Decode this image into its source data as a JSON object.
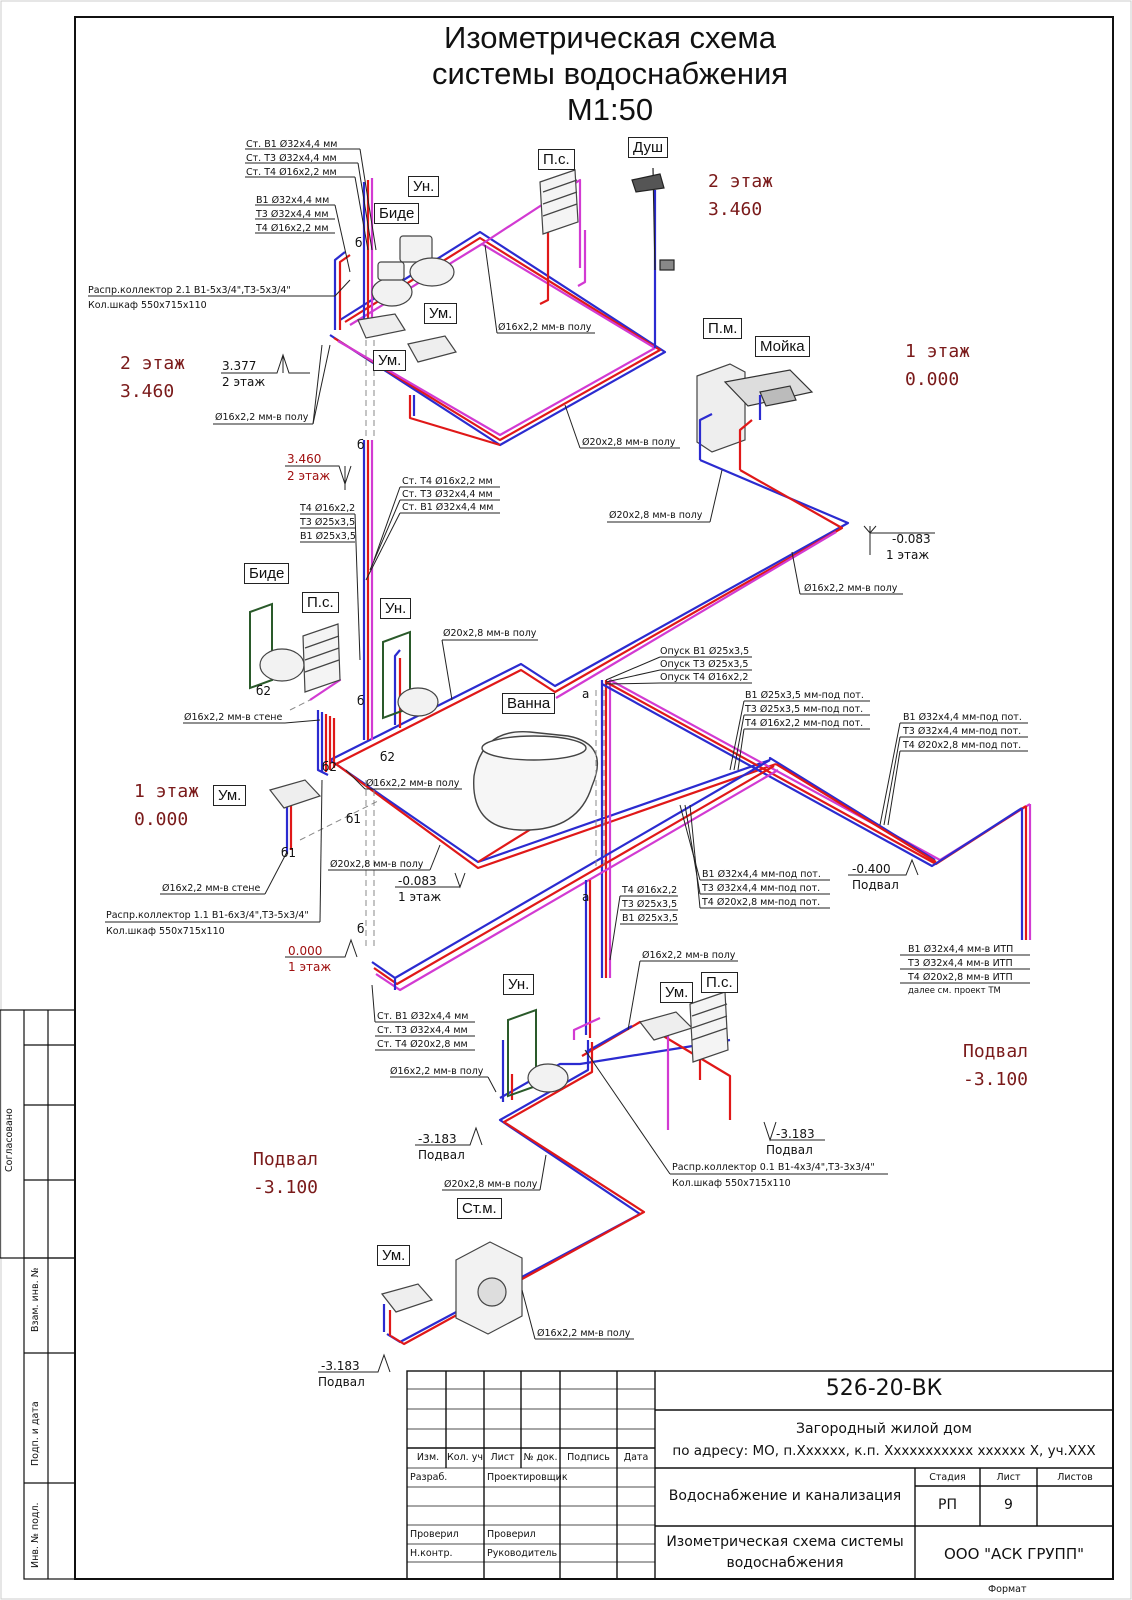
{
  "title": {
    "line1": "Изометрическая схема",
    "line2": "системы водоснабжения",
    "scale": "М1:50"
  },
  "levels": {
    "floor2_right": {
      "name": "2 этаж",
      "mark": "3.460"
    },
    "floor2_left": {
      "name": "2 этаж",
      "mark": "3.460"
    },
    "floor1_right": {
      "name": "1 этаж",
      "mark": "0.000"
    },
    "floor1_left": {
      "name": "1 этаж",
      "mark": "0.000"
    },
    "basement_right": {
      "name": "Подвал",
      "mark": "-3.100"
    },
    "basement_left": {
      "name": "Подвал",
      "mark": "-3.100"
    }
  },
  "fixtures": {
    "un_top": "Ун.",
    "bide_top": "Биде",
    "ps_top": "П.с.",
    "dush": "Душ",
    "um_top1": "Ум.",
    "um_top2": "Ум.",
    "pm": "П.м.",
    "moyka": "Мойка",
    "bide_mid": "Биде",
    "ps_mid": "П.с.",
    "un_mid": "Ун.",
    "vanna": "Ванна",
    "um_mid": "Ум.",
    "un_bot": "Ун.",
    "um_bot": "Ум.",
    "ps_bot": "П.с.",
    "stm": "Ст.м.",
    "um_basement": "Ум."
  },
  "marks": {
    "m_3377": {
      "value": "3.377",
      "label": "2 этаж"
    },
    "m_3460": {
      "value": "3.460",
      "label": "2 этаж"
    },
    "m_m0083_right": {
      "value": "-0.083",
      "label": "1 этаж"
    },
    "m_m0083_mid": {
      "value": "-0.083",
      "label": "1 этаж"
    },
    "m_0000": {
      "value": "0.000",
      "label": "1 этаж"
    },
    "m_m0400": {
      "value": "-0.400",
      "label": "Подвал"
    },
    "m_m3183_left": {
      "value": "-3.183",
      "label": "Подвал"
    },
    "m_m3183_right": {
      "value": "-3.183",
      "label": "Подвал"
    },
    "m_m3183_bottom": {
      "value": "-3.183",
      "label": "Подвал"
    }
  },
  "riser_letters": {
    "b1": "б",
    "b2": "б",
    "b3": "б",
    "b4": "б",
    "b2a": "б2",
    "b2b": "б2",
    "b1a": "б1",
    "b1b": "б1",
    "a1": "а",
    "a2": "а",
    "b2c": "б2"
  },
  "labels": {
    "top_st": [
      "Ст. В1 Ø32х4,4 мм",
      "Ст. Т3 Ø32х4,4 мм",
      "Ст. Т4 Ø16х2,2 мм"
    ],
    "top_coll": [
      "В1 Ø32х4,4 мм",
      "Т3 Ø32х4,4 мм",
      "Т4 Ø16х2,2 мм"
    ],
    "collector_21": [
      "Распр.коллектор 2.1 В1-5х3/4\",Т3-5х3/4\"",
      "Кол.шкаф 550х715х110"
    ],
    "p16_floor_top": "Ø16х2,2 мм-в полу",
    "p16_floor_left": "Ø16х2,2 мм-в полу",
    "p20_floor_top": "Ø20х2,8 мм-в полу",
    "p20_floor_right": "Ø20х2,8 мм-в полу",
    "mid_st": [
      "Ст. Т4 Ø16х2,2 мм",
      "Ст. Т3 Ø32х4,4 мм",
      "Ст. В1 Ø32х4,4 мм"
    ],
    "mid_small": [
      "Т4 Ø16х2,2",
      "Т3 Ø25х3,5",
      "В1 Ø25х3,5"
    ],
    "p16_floor_right": "Ø16х2,2 мм-в полу",
    "p20_floor_mid": "Ø20х2,8 мм-в полу",
    "opusk": [
      "Опуск В1 Ø25х3,5",
      "Опуск Т3 Ø25х3,5",
      "Опуск Т4 Ø16х2,2"
    ],
    "under_ceiling1": [
      "В1 Ø25х3,5 мм-под пот.",
      "Т3 Ø25х3,5 мм-под пот.",
      "Т4 Ø16х2,2 мм-под пот."
    ],
    "under_ceiling2": [
      "В1 Ø32х4,4 мм-под пот.",
      "Т3 Ø32х4,4 мм-под пот.",
      "Т4 Ø20х2,8 мм-под пот."
    ],
    "p16_wall_mid": "Ø16х2,2 мм-в стене",
    "p16_floor_mid": "Ø16х2,2 мм-в полу",
    "p20_floor_low": "Ø20х2,8 мм-в полу",
    "p16_wall_low": "Ø16х2,2 мм-в стене",
    "collector_11": [
      "Распр.коллектор 1.1 В1-6х3/4\",Т3-5х3/4\"",
      "Кол.шкаф 550х715х110"
    ],
    "under_ceiling3": [
      "В1 Ø32х4,4 мм-под пот.",
      "Т3 Ø32х4,4 мм-под пот.",
      "Т4 Ø20х2,8 мм-под пот."
    ],
    "itp": [
      "В1 Ø32х4,4 мм-в ИТП",
      "Т3 Ø32х4,4 мм-в ИТП",
      "Т4 Ø20х2,8 мм-в ИТП"
    ],
    "itp_note": "далее см. проект ТМ",
    "low_small": [
      "Т4 Ø16х2,2",
      "Т3 Ø25х3,5",
      "В1 Ø25х3,5"
    ],
    "p16_floor_low": "Ø16х2,2 мм-в полу",
    "low_st": [
      "Ст. В1 Ø32х4,4 мм",
      "Ст. Т3 Ø32х4,4 мм",
      "Ст. Т4 Ø20х2,8 мм"
    ],
    "p16_floor_low2": "Ø16х2,2 мм-в полу",
    "collector_01": [
      "Распр.коллектор 0.1 В1-4х3/4\",Т3-3х3/4\"",
      "Кол.шкаф 550х715х110"
    ],
    "p20_floor_base": "Ø20х2,8 мм-в полу",
    "p16_floor_base": "Ø16х2,2 мм-в полу"
  },
  "side_stamp": {
    "soglasovano": "Согласовано",
    "vzam": "Взам. инв. №",
    "podp": "Подп. и дата",
    "inv": "Инв. № подл."
  },
  "title_block": {
    "code": "526-20-ВК",
    "object_line1": "Загородный жилой дом",
    "object_line2": "по адресу: МО, п.Хххххх, к.п. Ххххххххххх хххххх Х, уч.ХХХ",
    "cols": [
      "Изм.",
      "Кол. уч",
      "Лист",
      "№ док.",
      "Подпись",
      "Дата"
    ],
    "razrab": "Разраб.",
    "razrab_name": "Проектировщик",
    "proveril": "Проверил",
    "proveril_name": "Проверил",
    "nkontr": "Н.контр.",
    "nkontr_name": "Руководитель",
    "section": "Водоснабжение и канализация",
    "stadia_label": "Стадия",
    "list_label": "Лист",
    "listov_label": "Листов",
    "stadia": "РП",
    "list": "9",
    "listov": "",
    "drawing_line1": "Изометрическая схема системы",
    "drawing_line2": "водоснабжения",
    "company": "ООО \"АСК ГРУПП\"",
    "format": "Формат"
  },
  "colors": {
    "cold_water": "#2b2bd0",
    "hot_water": "#e01818",
    "recirculation": "#d23ad2",
    "level_text": "#7a1a1a",
    "frame": "#111111"
  }
}
